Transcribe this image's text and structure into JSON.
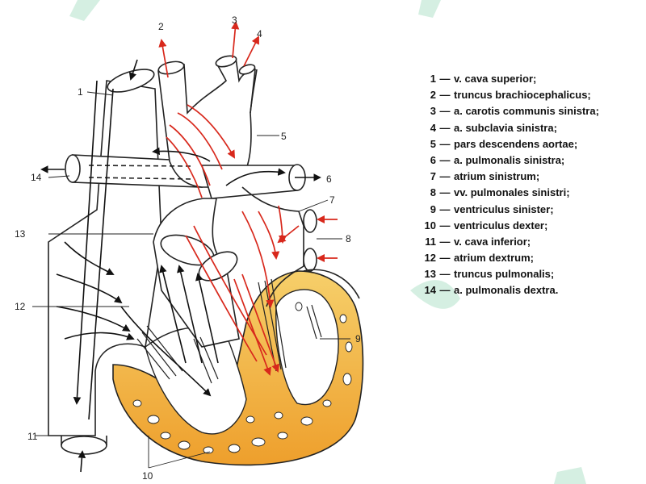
{
  "callouts": [
    "1",
    "2",
    "3",
    "4",
    "5",
    "6",
    "7",
    "8",
    "9",
    "10",
    "11",
    "12",
    "13",
    "14"
  ],
  "legend": [
    {
      "num": "1",
      "dash": "—",
      "text": "v. cava superior;"
    },
    {
      "num": "2",
      "dash": "—",
      "text": "truncus brachiocephalicus;"
    },
    {
      "num": "3",
      "dash": "—",
      "text": "a. carotis communis sinistra;"
    },
    {
      "num": "4",
      "dash": "—",
      "text": "a. subclavia sinistra;"
    },
    {
      "num": "5",
      "dash": "—",
      "text": "pars descendens aortae;"
    },
    {
      "num": "6",
      "dash": "—",
      "text": "a. pulmonalis sinistra;"
    },
    {
      "num": "7",
      "dash": "—",
      "text": "atrium sinistrum;"
    },
    {
      "num": "8",
      "dash": "—",
      "text": "vv. pulmonales sinistri;"
    },
    {
      "num": "9",
      "dash": "—",
      "text": "ventriculus sinister;"
    },
    {
      "num": "10",
      "dash": "—",
      "text": "ventriculus dexter;"
    },
    {
      "num": "11",
      "dash": "—",
      "text": "v. cava inferior;"
    },
    {
      "num": "12",
      "dash": "—",
      "text": "atrium dextrum;"
    },
    {
      "num": "13",
      "dash": "—",
      "text": "truncus pulmonalis;"
    },
    {
      "num": "14",
      "dash": "—",
      "text": "a. pulmonalis dextra."
    }
  ],
  "colors": {
    "arterial_arrow": "#d8281c",
    "venous_arrow": "#111111",
    "myocardium": "#f0b23a",
    "watermark": "#c7ead8"
  }
}
